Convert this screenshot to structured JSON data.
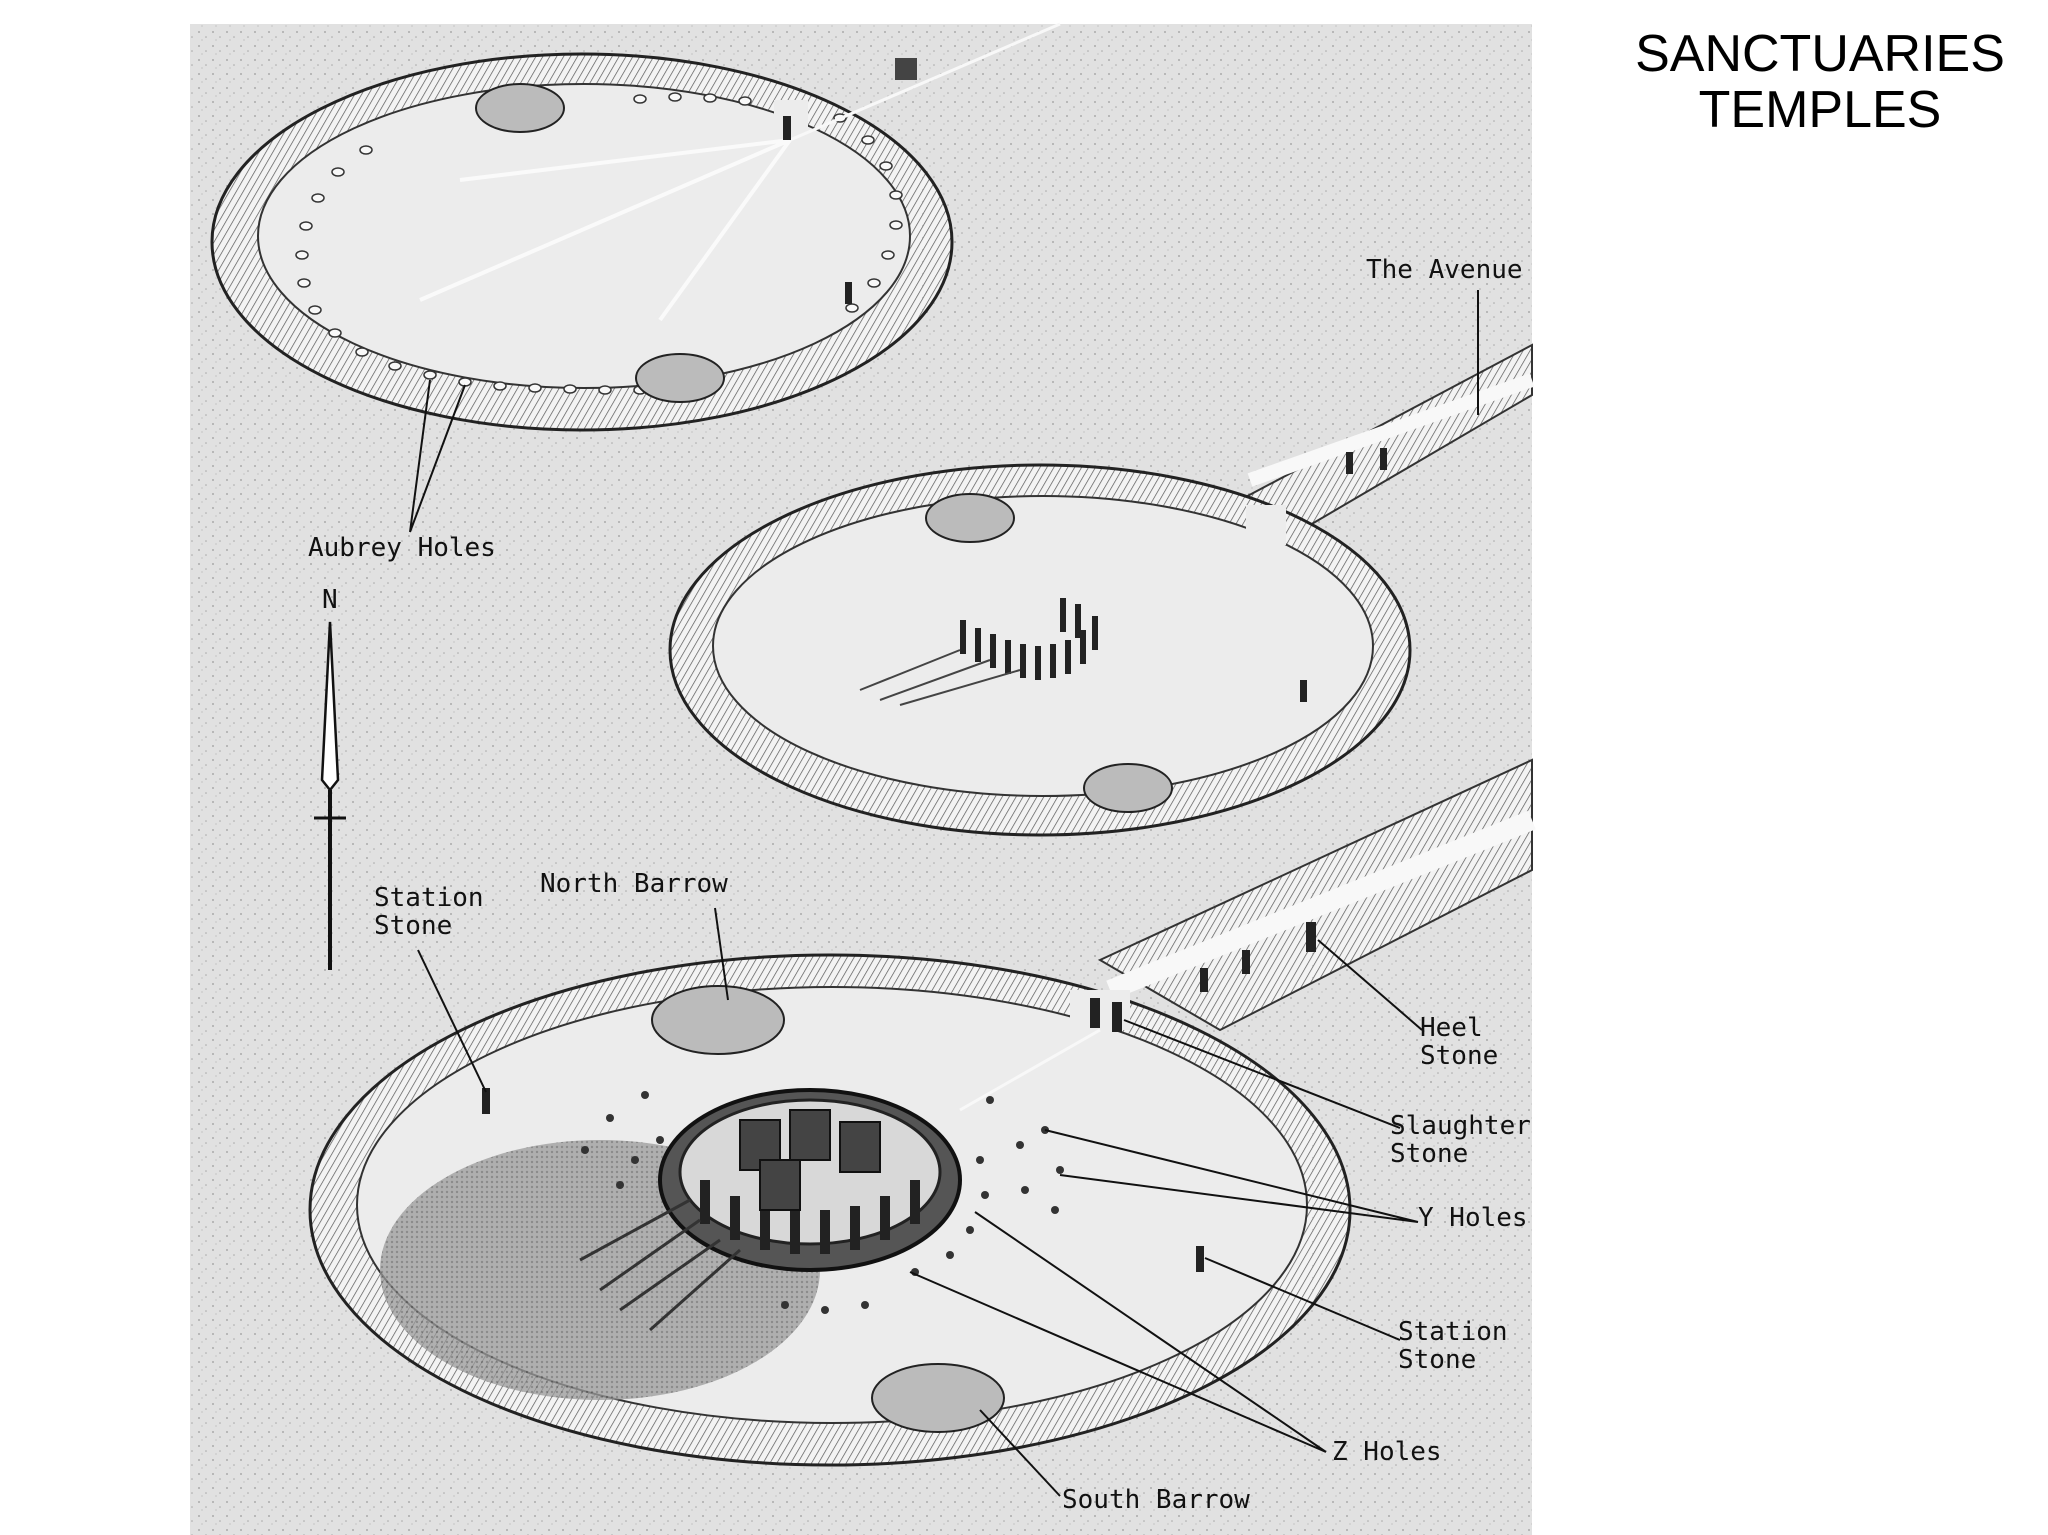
{
  "slide": {
    "title_line1": "SANCTUARIES",
    "title_line2": "TEMPLES"
  },
  "diagram": {
    "labels": {
      "aubrey_holes": "Aubrey Holes",
      "the_avenue": "The Avenue",
      "north_arrow": "N",
      "station_stone_1a": "Station",
      "station_stone_1b": "Stone",
      "north_barrow": "North Barrow",
      "heel_stone_a": "Heel",
      "heel_stone_b": "Stone",
      "slaughter_stone_a": "Slaughter",
      "slaughter_stone_b": "Stone",
      "y_holes": "Y Holes",
      "station_stone_2a": "Station",
      "station_stone_2b": "Stone",
      "z_holes": "Z Holes",
      "south_barrow": "South Barrow"
    },
    "colors": {
      "background": "#e3e3e3",
      "bank": "#f4f4f4",
      "ink": "#111111"
    }
  }
}
